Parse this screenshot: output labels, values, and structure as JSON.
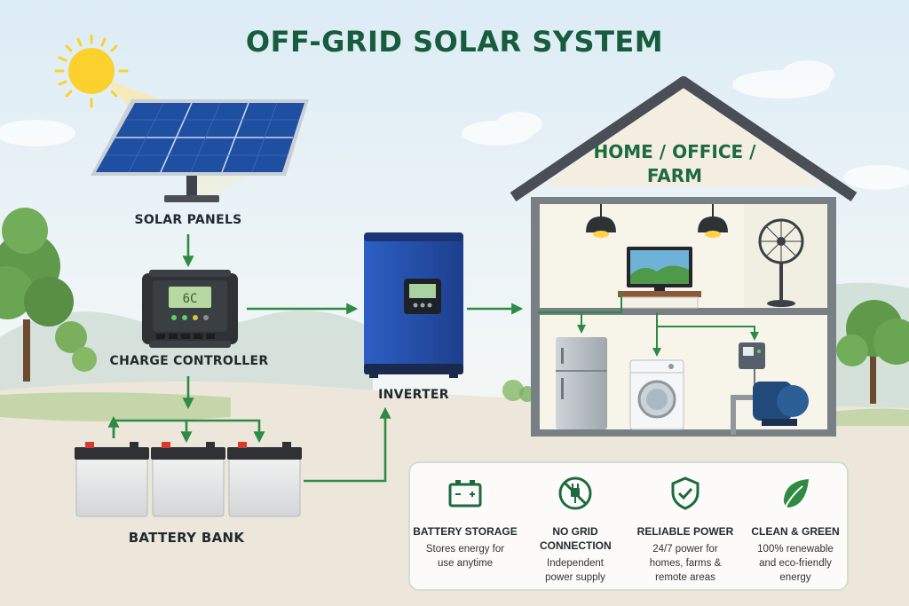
{
  "title": "OFF-GRID SOLAR SYSTEM",
  "components": {
    "solar_panels": "SOLAR PANELS",
    "charge_controller": "CHARGE CONTROLLER",
    "battery_bank": "BATTERY BANK",
    "inverter": "INVERTER",
    "controller_display": "6C"
  },
  "house": {
    "label_line1": "HOME / OFFICE /",
    "label_line2": "FARM"
  },
  "benefits": [
    {
      "icon": "battery-icon",
      "title": "BATTERY STORAGE",
      "description": "Stores energy for use anytime"
    },
    {
      "icon": "no-plug-icon",
      "title": "NO GRID CONNECTION",
      "description": "Independent power supply"
    },
    {
      "icon": "shield-check-icon",
      "title": "RELIABLE POWER",
      "description": "24/7 power for homes, farms & remote areas"
    },
    {
      "icon": "leaf-icon",
      "title": "CLEAN & GREEN",
      "description": "100% renewable and eco-friendly energy"
    }
  ],
  "colors": {
    "title": "#175c3c",
    "arrow": "#2f8a44",
    "inverter": "#2a56b8",
    "panel": "#1f4fa0",
    "roof": "#4a4f55",
    "accent_green": "#1d6a3f"
  }
}
